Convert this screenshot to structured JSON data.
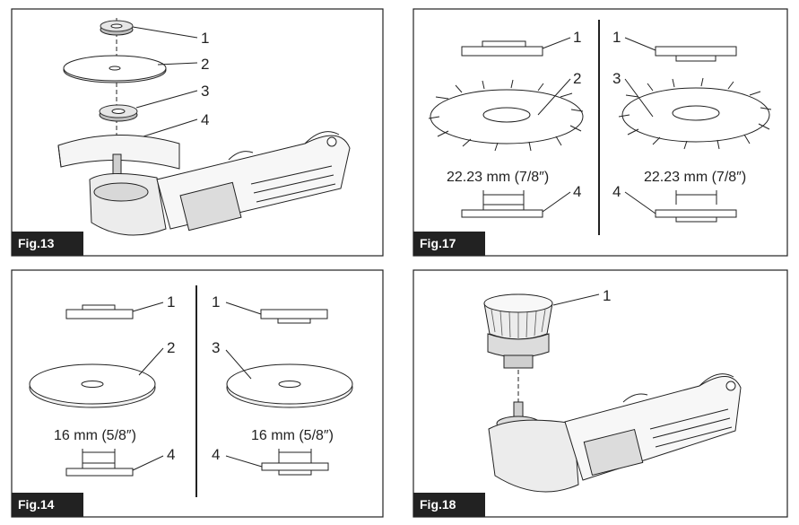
{
  "figures": [
    {
      "label": "Fig.13",
      "callouts": [
        "1",
        "2",
        "3",
        "4"
      ]
    },
    {
      "label": "Fig.17",
      "callouts_left": [
        "1",
        "2",
        "4"
      ],
      "callouts_right": [
        "1",
        "3",
        "4"
      ],
      "dimension_left": "22.23 mm (7/8″)",
      "dimension_right": "22.23 mm (7/8″)"
    },
    {
      "label": "Fig.14",
      "callouts_left": [
        "1",
        "2",
        "4"
      ],
      "callouts_right": [
        "1",
        "3",
        "4"
      ],
      "dimension_left": "16 mm (5/8″)",
      "dimension_right": "16 mm (5/8″)"
    },
    {
      "label": "Fig.18",
      "callouts": [
        "1"
      ]
    }
  ]
}
